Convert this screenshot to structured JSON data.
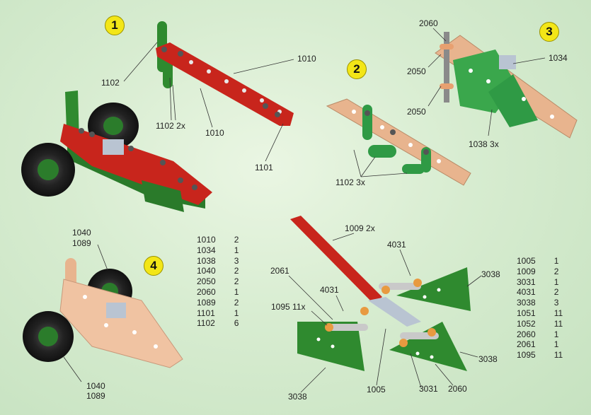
{
  "steps": [
    "1",
    "2",
    "3",
    "4"
  ],
  "colors": {
    "green": "#2f8a2f",
    "red": "#c8251c",
    "copper": "#e8b48e",
    "yellow": "#f3e617"
  },
  "labels": {
    "s1_1102": "1102",
    "s1_1010_top": "1010",
    "s1_1102_2x": "1102 2x",
    "s1_1010_bottom": "1010",
    "s1_1101": "1101",
    "s2_1102_3x": "1102 3x",
    "s3_2060": "2060",
    "s3_2050_top": "2050",
    "s3_2050_bottom": "2050",
    "s3_1034": "1034",
    "s3_1038_3x": "1038 3x",
    "s4_top_1040": "1040",
    "s4_top_1089": "1089",
    "s4_bottom_1040": "1040",
    "s4_bottom_1089": "1089",
    "w_1009_2x": "1009 2x",
    "w_4031_top": "4031",
    "w_2061": "2061",
    "w_3038_right": "3038",
    "w_4031_mid": "4031",
    "w_1095_11x": "1095 11x",
    "w_3038_br": "3038",
    "w_3038_bottom": "3038",
    "w_1005": "1005",
    "w_3031": "3031",
    "w_2060": "2060"
  },
  "parts_table_1": [
    {
      "part": "1010",
      "qty": "2"
    },
    {
      "part": "1034",
      "qty": "1"
    },
    {
      "part": "1038",
      "qty": "3"
    },
    {
      "part": "1040",
      "qty": "2"
    },
    {
      "part": "2050",
      "qty": "2"
    },
    {
      "part": "2060",
      "qty": "1"
    },
    {
      "part": "1089",
      "qty": "2"
    },
    {
      "part": "1101",
      "qty": "1"
    },
    {
      "part": "1102",
      "qty": "6"
    }
  ],
  "parts_table_2": [
    {
      "part": "1005",
      "qty": "1"
    },
    {
      "part": "1009",
      "qty": "2"
    },
    {
      "part": "3031",
      "qty": "1"
    },
    {
      "part": "4031",
      "qty": "2"
    },
    {
      "part": "3038",
      "qty": "3"
    },
    {
      "part": "1051",
      "qty": "11"
    },
    {
      "part": "1052",
      "qty": "11"
    },
    {
      "part": "2060",
      "qty": "1"
    },
    {
      "part": "2061",
      "qty": "1"
    },
    {
      "part": "1095",
      "qty": "11"
    }
  ]
}
